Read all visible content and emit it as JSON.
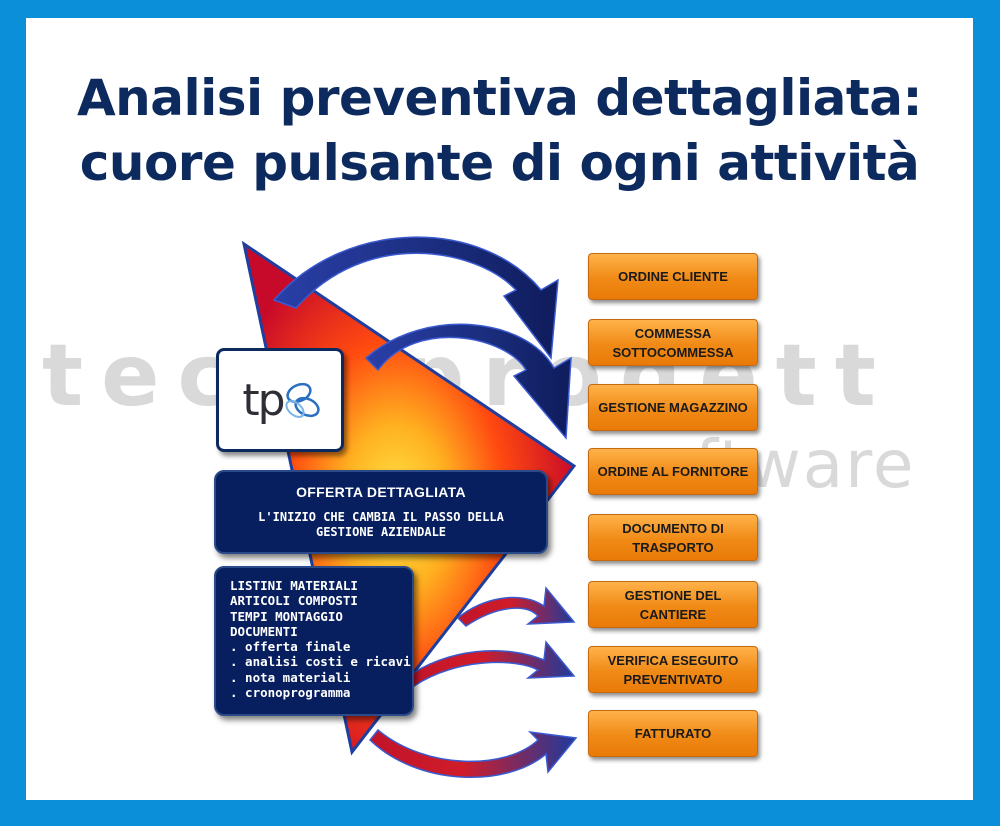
{
  "title": {
    "line1": "Analisi preventiva dettagliata:",
    "line2": "cuore pulsante di ogni attività"
  },
  "watermark": {
    "line1": "tecnoprogett",
    "line2": "software"
  },
  "logo": {
    "text": "tp",
    "icon": "interlocking-loops-icon"
  },
  "offer": {
    "title": "OFFERTA DETTAGLIATA",
    "subtitle": "L'INIZIO CHE CAMBIA IL PASSO DELLA\nGESTIONE AZIENDALE"
  },
  "features": [
    "LISTINI MATERIALI",
    "ARTICOLI COMPOSTI",
    "TEMPI MONTAGGIO",
    "DOCUMENTI",
    ". offerta finale",
    ". analisi costi e ricavi",
    ". nota materiali",
    ". cronoprogramma"
  ],
  "steps": [
    "ORDINE CLIENTE",
    "COMMESSA\nSOTTOCOMMESSA",
    "GESTIONE MAGAZZINO",
    "ORDINE AL FORNITORE",
    "DOCUMENTO DI\nTRASPORTO",
    "GESTIONE DEL\nCANTIERE",
    "VERIFICA ESEGUITO\nPREVENTIVATO",
    "FATTURATO"
  ],
  "colors": {
    "border": "#0a8fd8",
    "title": "#0d2a5e",
    "step_fill": "#f08a16",
    "navy_box": "#071f5e",
    "arrow": "#1e3f9c"
  }
}
